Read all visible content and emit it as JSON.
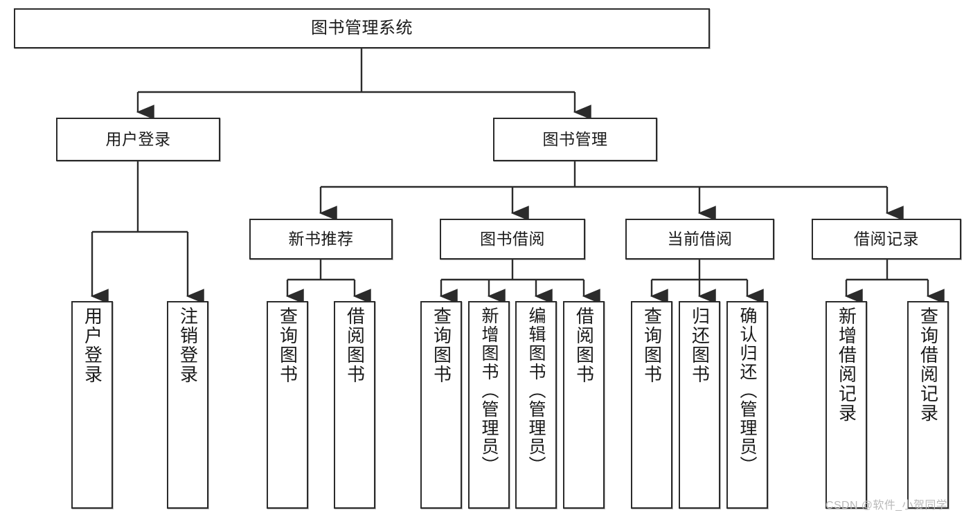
{
  "diagram": {
    "title": "图书管理系统",
    "type": "functional-structure-tree",
    "watermark": "CSDN @软件_小贺同学",
    "colors": {
      "stroke": "#2b2b2b",
      "fill": "#ffffff",
      "text": "#1a1a1a",
      "watermark": "#b9b9b9"
    },
    "levels": {
      "root": {
        "label": "图书管理系统"
      },
      "level2": [
        {
          "label": "用户登录"
        },
        {
          "label": "图书管理"
        }
      ],
      "level3": [
        {
          "label": "新书推荐"
        },
        {
          "label": "图书借阅"
        },
        {
          "label": "当前借阅"
        },
        {
          "label": "借阅记录"
        }
      ],
      "leaves": {
        "user_login": [
          {
            "label": "用户登录"
          },
          {
            "label": "注销登录"
          }
        ],
        "new_book_recommend": [
          {
            "label": "查询图书"
          },
          {
            "label": "借阅图书"
          }
        ],
        "book_borrow": [
          {
            "label": "查询图书"
          },
          {
            "label": "新增图书（管理员）"
          },
          {
            "label": "编辑图书（管理员）"
          },
          {
            "label": "借阅图书"
          }
        ],
        "current_borrow": [
          {
            "label": "查询图书"
          },
          {
            "label": "归还图书"
          },
          {
            "label": "确认归还（管理员）"
          }
        ],
        "borrow_record": [
          {
            "label": "新增借阅记录"
          },
          {
            "label": "查询借阅记录"
          }
        ]
      }
    }
  }
}
